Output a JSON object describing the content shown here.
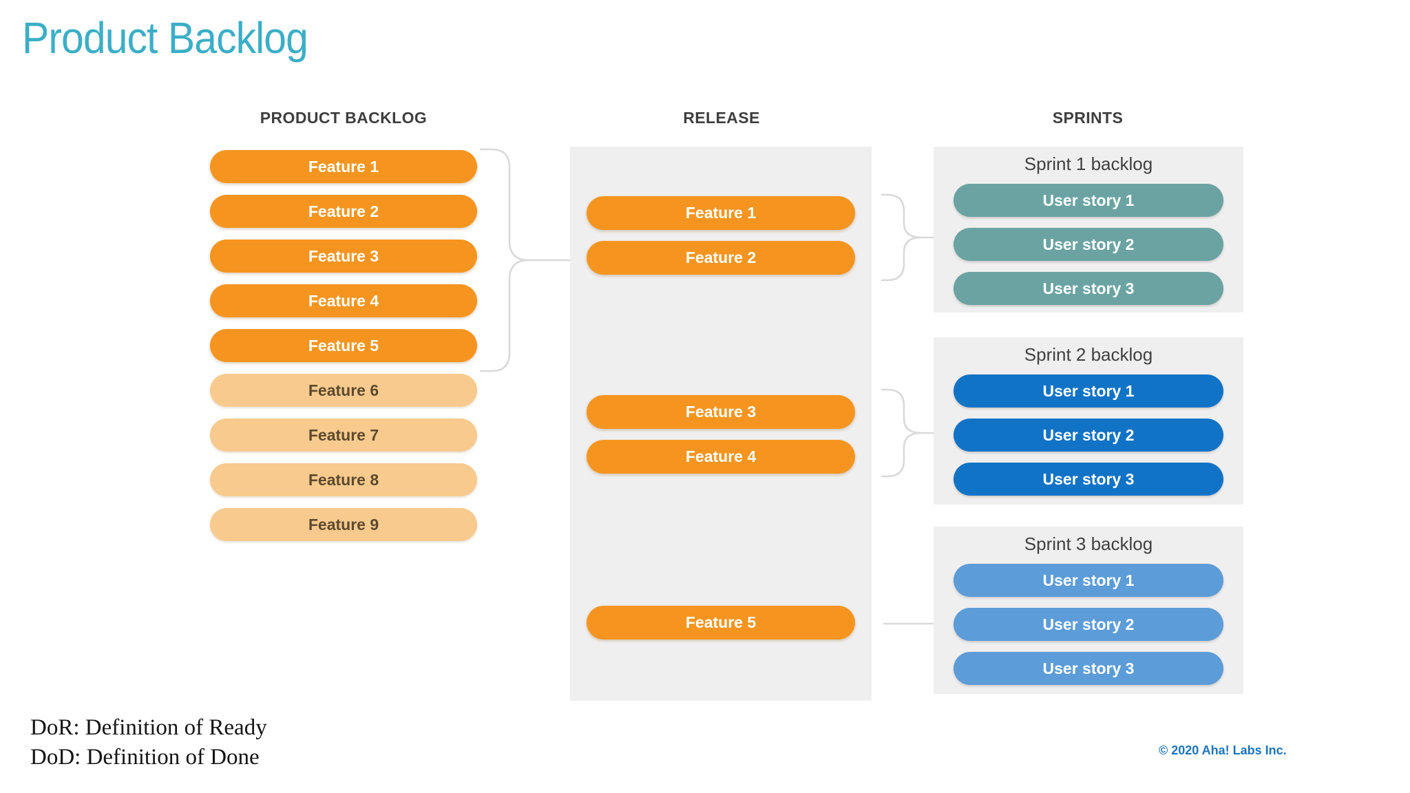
{
  "slide": {
    "title": "Product Backlog",
    "notes": [
      "DoR: Definition of Ready",
      "DoD: Definition of Done"
    ],
    "copyright": "© 2020 Aha! Labs Inc."
  },
  "columns": {
    "product_backlog": {
      "header": "PRODUCT BACKLOG",
      "committed_features": [
        "Feature 1",
        "Feature 2",
        "Feature 3",
        "Feature 4",
        "Feature 5"
      ],
      "uncommitted_features": [
        "Feature 6",
        "Feature 7",
        "Feature 8",
        "Feature 9"
      ]
    },
    "release": {
      "header": "RELEASE",
      "features": [
        "Feature 1",
        "Feature 2",
        "Feature 3",
        "Feature 4",
        "Feature 5"
      ]
    },
    "sprints": {
      "header": "SPRINTS",
      "panels": [
        {
          "label": "Sprint 1 backlog",
          "stories": [
            "User story 1",
            "User story 2",
            "User story 3"
          ]
        },
        {
          "label": "Sprint 2 backlog",
          "stories": [
            "User story 1",
            "User story 2",
            "User story 3"
          ]
        },
        {
          "label": "Sprint 3 backlog",
          "stories": [
            "User story 1",
            "User story 2",
            "User story 3"
          ]
        }
      ]
    }
  },
  "colors": {
    "title_accent": "#3BAEC7",
    "committed_feature_pill": "#F5951F",
    "uncommitted_feature_pill": "#F8CA8E",
    "sprint1_story_pill": "#6AA3A2",
    "sprint2_story_pill": "#1173C6",
    "sprint3_story_pill": "#5C9CD8",
    "panel_background": "#F0EFEF",
    "connector_gray": "#D9D9D9",
    "copyright_blue": "#1C75BC"
  }
}
